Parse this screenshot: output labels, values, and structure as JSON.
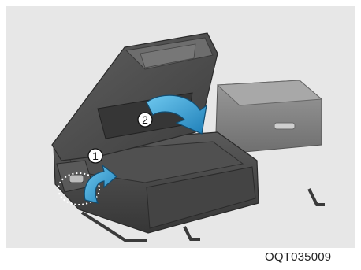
{
  "figure": {
    "reference_code": "OQT035009",
    "steps": [
      {
        "number": "1",
        "action": "pull-lever-icon"
      },
      {
        "number": "2",
        "action": "fold-seatback-icon"
      }
    ],
    "colors": {
      "background_panel": "#e7e7e7",
      "seat_dark": "#4a4a4a",
      "seat_mid": "#6a6a6a",
      "cushion_light": "#8c8c8c",
      "arrow_blue": "#2f9fd6"
    }
  }
}
